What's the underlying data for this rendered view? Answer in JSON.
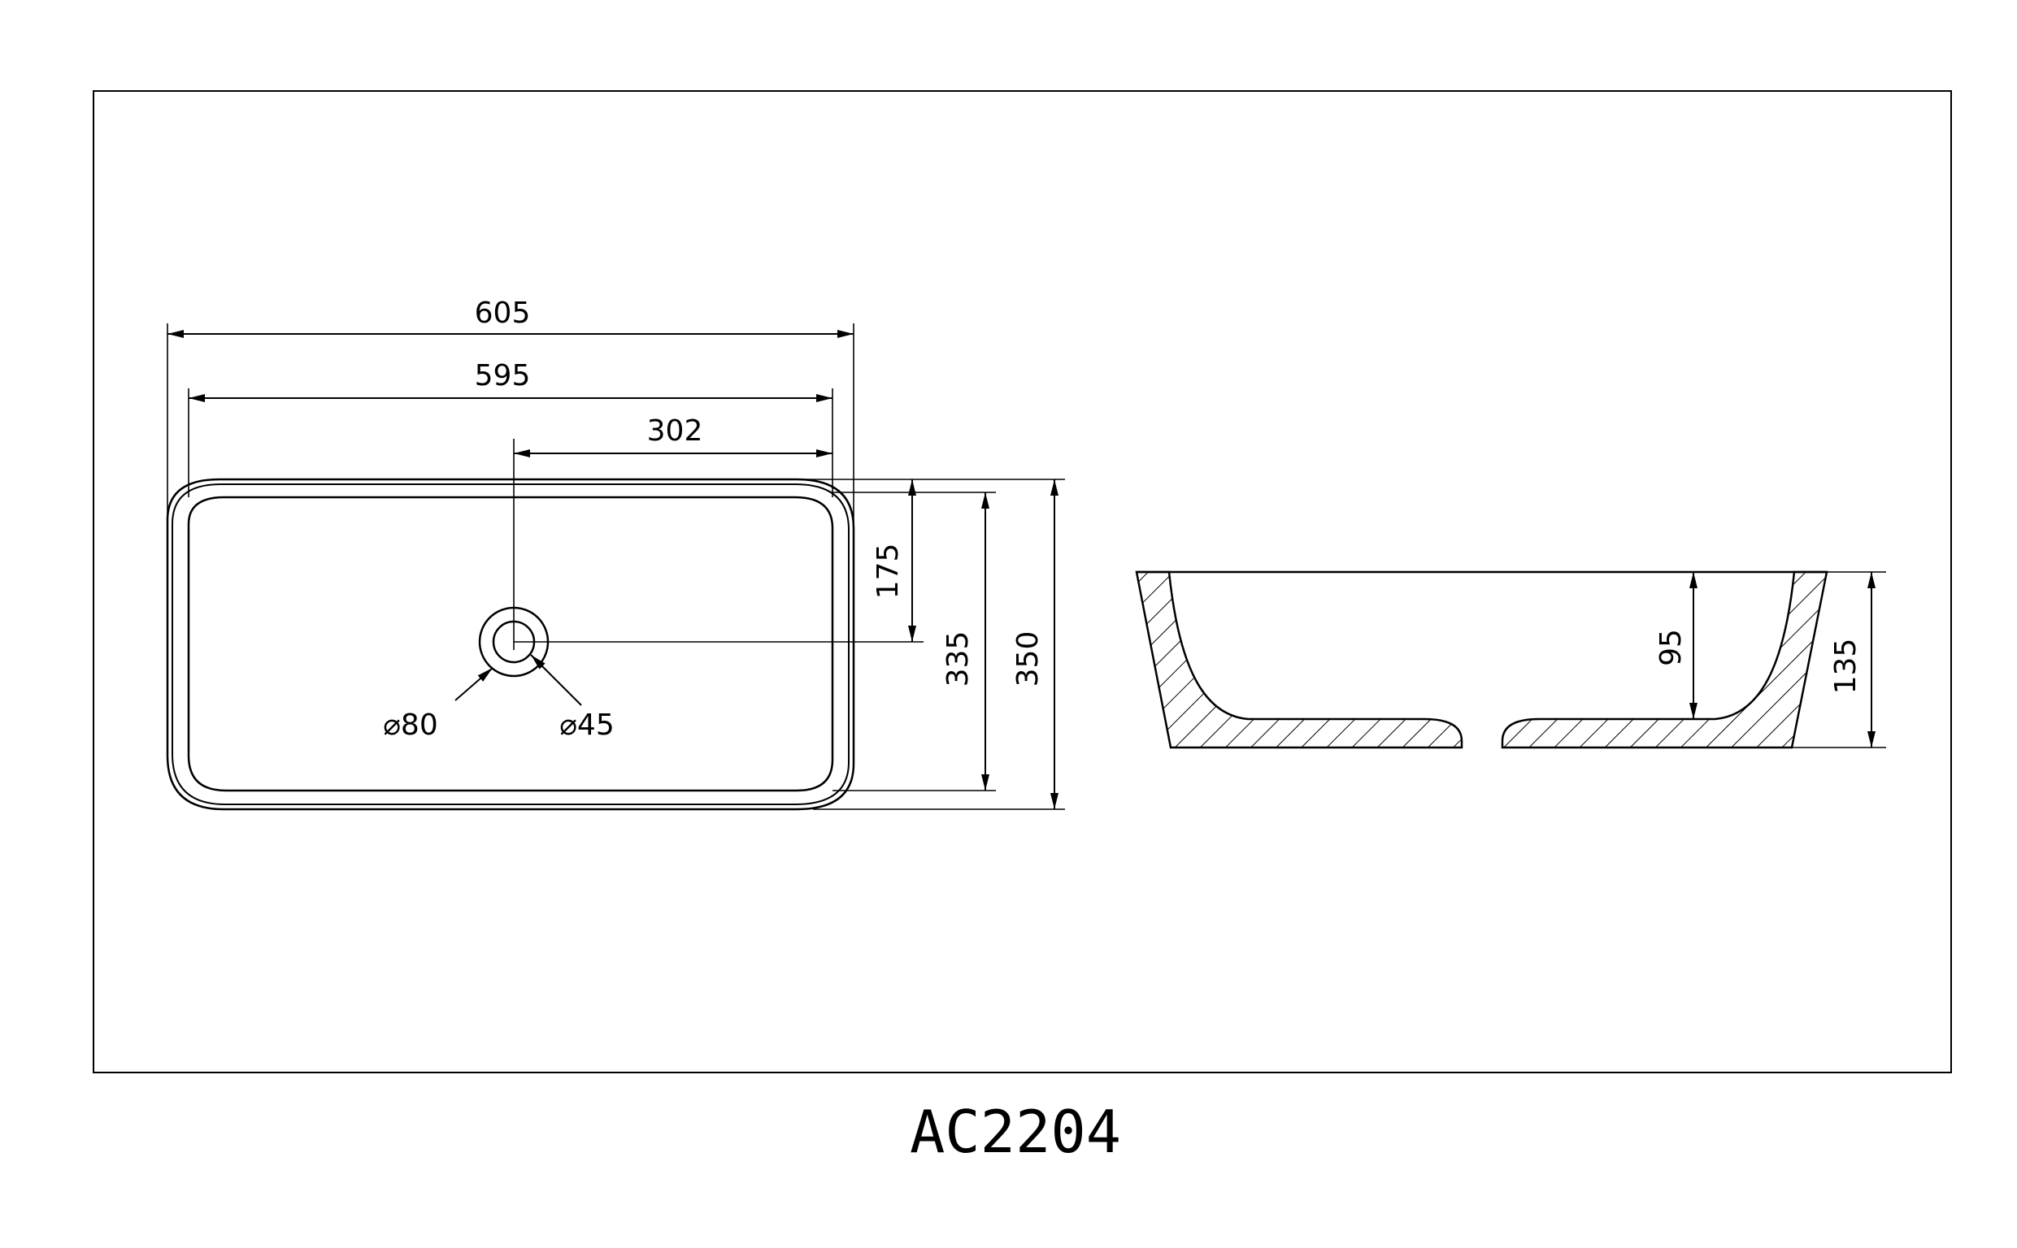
{
  "model": "AC2204",
  "top_view": {
    "outer_width": "605",
    "inner_width": "595",
    "drain_offset": "302",
    "drain_depth_offset": "175",
    "inner_depth": "335",
    "outer_depth": "350",
    "overflow_diameter": "⌀80",
    "drain_diameter": "⌀45"
  },
  "side_view": {
    "bowl_depth": "95",
    "total_height": "135"
  }
}
